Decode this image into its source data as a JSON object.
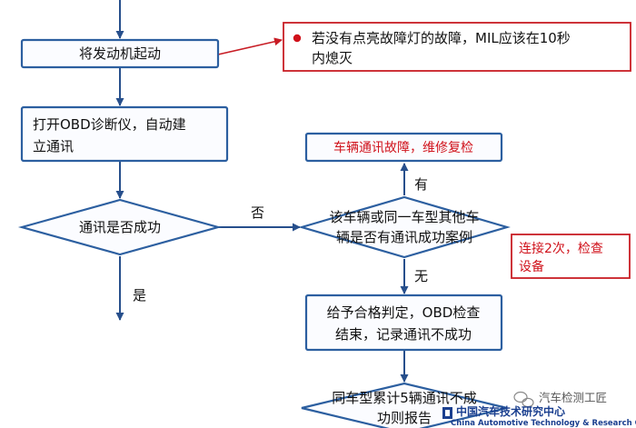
{
  "flowchart": {
    "start_engine": "将发动机起动",
    "note_mil": {
      "line1": "若没有点亮故障灯的故障，MIL应该在10秒",
      "line2": "内熄灭"
    },
    "open_obd": {
      "line1": "打开OBD诊断仪，自动建",
      "line2": "立通讯"
    },
    "comm_success": "通讯是否成功",
    "label_no": "否",
    "label_yes": "是",
    "vehicle_comm_fault": "车辆通讯故障，维修复检",
    "label_have": "有",
    "same_model_case": {
      "line1": "该车辆或同一车型其他车",
      "line2": "辆是否有通讯成功案例"
    },
    "note_retry": {
      "line1": "连接2次，检查",
      "line2": "设备"
    },
    "label_none": "无",
    "pass_judgement": {
      "line1": "给予合格判定，OBD检查",
      "line2": "结束，记录通讯不成功"
    },
    "report": {
      "line1": "同车型累计5辆通讯不成",
      "line2": "功则报告"
    }
  },
  "watermark": {
    "account": "汽车检测工匠",
    "org_cn": "中国汽车技术研究中心",
    "org_en": "China Automotive Technology & Research Center"
  },
  "colors": {
    "box_stroke": "#2c5fa0",
    "box_fill": "#fbfcff",
    "arrow": "#274f8c",
    "note_stroke": "#c81d25",
    "red_text": "#d0121b"
  }
}
